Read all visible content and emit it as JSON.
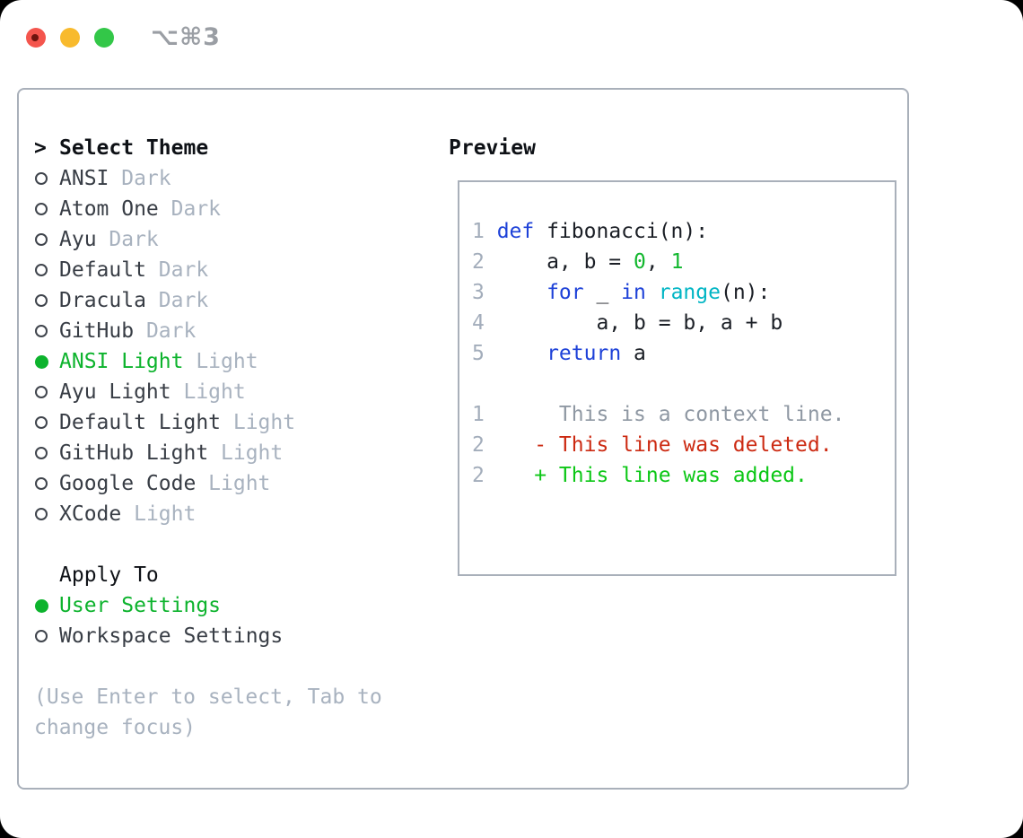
{
  "window": {
    "title": "⌥⌘3"
  },
  "panel": {
    "select_theme": {
      "prefix": ">",
      "label": "Select Theme"
    },
    "themes": [
      {
        "name": "ANSI",
        "tag": "Dark",
        "selected": false
      },
      {
        "name": "Atom One",
        "tag": "Dark",
        "selected": false
      },
      {
        "name": "Ayu",
        "tag": "Dark",
        "selected": false
      },
      {
        "name": "Default",
        "tag": "Dark",
        "selected": false
      },
      {
        "name": "Dracula",
        "tag": "Dark",
        "selected": false
      },
      {
        "name": "GitHub",
        "tag": "Dark",
        "selected": false
      },
      {
        "name": "ANSI Light",
        "tag": "Light",
        "selected": true
      },
      {
        "name": "Ayu Light",
        "tag": "Light",
        "selected": false
      },
      {
        "name": "Default Light",
        "tag": "Light",
        "selected": false
      },
      {
        "name": "GitHub Light",
        "tag": "Light",
        "selected": false
      },
      {
        "name": "Google Code",
        "tag": "Light",
        "selected": false
      },
      {
        "name": "XCode",
        "tag": "Light",
        "selected": false
      }
    ],
    "apply_to": {
      "label": "Apply To",
      "options": [
        {
          "name": "User Settings",
          "selected": true
        },
        {
          "name": "Workspace Settings",
          "selected": false
        }
      ]
    },
    "help_lines": [
      "(Use Enter to select, Tab to",
      "change focus)"
    ],
    "preview": {
      "label": "Preview",
      "code_lines": [
        {
          "num": "1",
          "tokens": [
            {
              "t": "def",
              "c": "keyword"
            },
            {
              "t": " fibonacci(n):",
              "c": "plain"
            }
          ]
        },
        {
          "num": "2",
          "tokens": [
            {
              "t": "    a, b = ",
              "c": "plain"
            },
            {
              "t": "0",
              "c": "number"
            },
            {
              "t": ", ",
              "c": "plain"
            },
            {
              "t": "1",
              "c": "number"
            }
          ]
        },
        {
          "num": "3",
          "tokens": [
            {
              "t": "    ",
              "c": "plain"
            },
            {
              "t": "for",
              "c": "keyword"
            },
            {
              "t": " _ ",
              "c": "plain"
            },
            {
              "t": "in",
              "c": "keyword"
            },
            {
              "t": " ",
              "c": "plain"
            },
            {
              "t": "range",
              "c": "function"
            },
            {
              "t": "(n):",
              "c": "plain"
            }
          ]
        },
        {
          "num": "4",
          "tokens": [
            {
              "t": "        a, b = b, a + b",
              "c": "plain"
            }
          ]
        },
        {
          "num": "5",
          "tokens": [
            {
              "t": "    ",
              "c": "plain"
            },
            {
              "t": "return",
              "c": "keyword"
            },
            {
              "t": " a",
              "c": "plain"
            }
          ]
        }
      ],
      "diff_lines": [
        {
          "num": "1",
          "tokens": [
            {
              "t": "     This is a context line.",
              "c": "context"
            }
          ]
        },
        {
          "num": "2",
          "tokens": [
            {
              "t": "   ",
              "c": "plain"
            },
            {
              "t": "- This line was deleted.",
              "c": "deleted"
            }
          ]
        },
        {
          "num": "2",
          "tokens": [
            {
              "t": "   ",
              "c": "plain"
            },
            {
              "t": "+ This line was added.",
              "c": "added"
            }
          ]
        }
      ]
    }
  },
  "colors": {
    "accent_green": "#0db32d",
    "keyword_blue": "#1d41d8",
    "function_cyan": "#00b5c4",
    "number_green": "#12b72e",
    "deleted_red": "#cc2a12",
    "added_green": "#0cc716",
    "muted_gray": "#a8b2bf",
    "line_number_gray": "#a3adbb",
    "context_gray": "#8f98a3",
    "text_dark": "#383d45",
    "border_gray": "#a9b0ba",
    "traffic_red": "#f4554d",
    "traffic_yellow": "#f8ba2d",
    "traffic_green": "#33c748",
    "title_gray": "#9a9ea4"
  }
}
